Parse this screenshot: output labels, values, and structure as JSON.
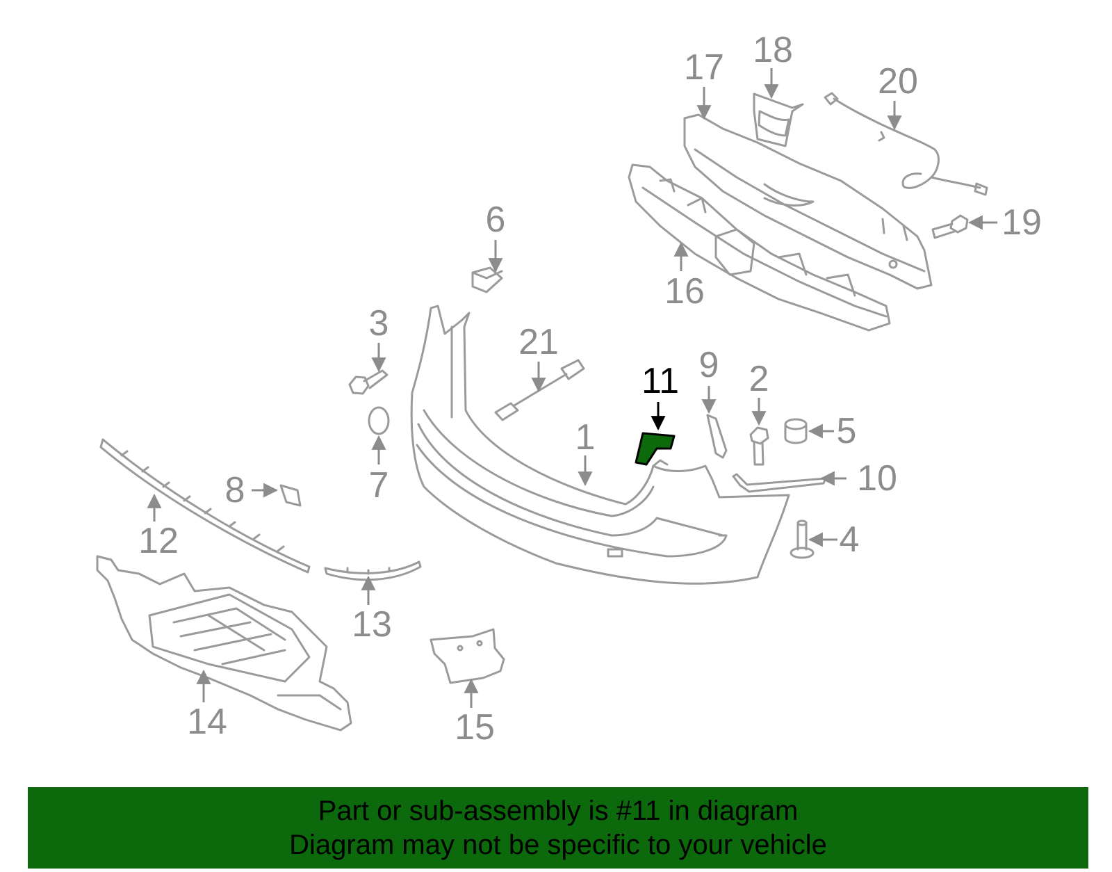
{
  "diagram": {
    "highlighted_part": "11",
    "highlight_color": "#0c6a0c",
    "part_stroke_color": "#9a9a9a",
    "callouts": {
      "c1": "1",
      "c2": "2",
      "c3": "3",
      "c4": "4",
      "c5": "5",
      "c6": "6",
      "c7": "7",
      "c8": "8",
      "c9": "9",
      "c10": "10",
      "c11": "11",
      "c12": "12",
      "c13": "13",
      "c14": "14",
      "c15": "15",
      "c16": "16",
      "c17": "17",
      "c18": "18",
      "c19": "19",
      "c20": "20",
      "c21": "21"
    }
  },
  "banner": {
    "line1": "Part or sub-assembly is #11 in diagram",
    "line2": "Diagram may not be specific to your vehicle",
    "background": "#0c6a0c"
  }
}
